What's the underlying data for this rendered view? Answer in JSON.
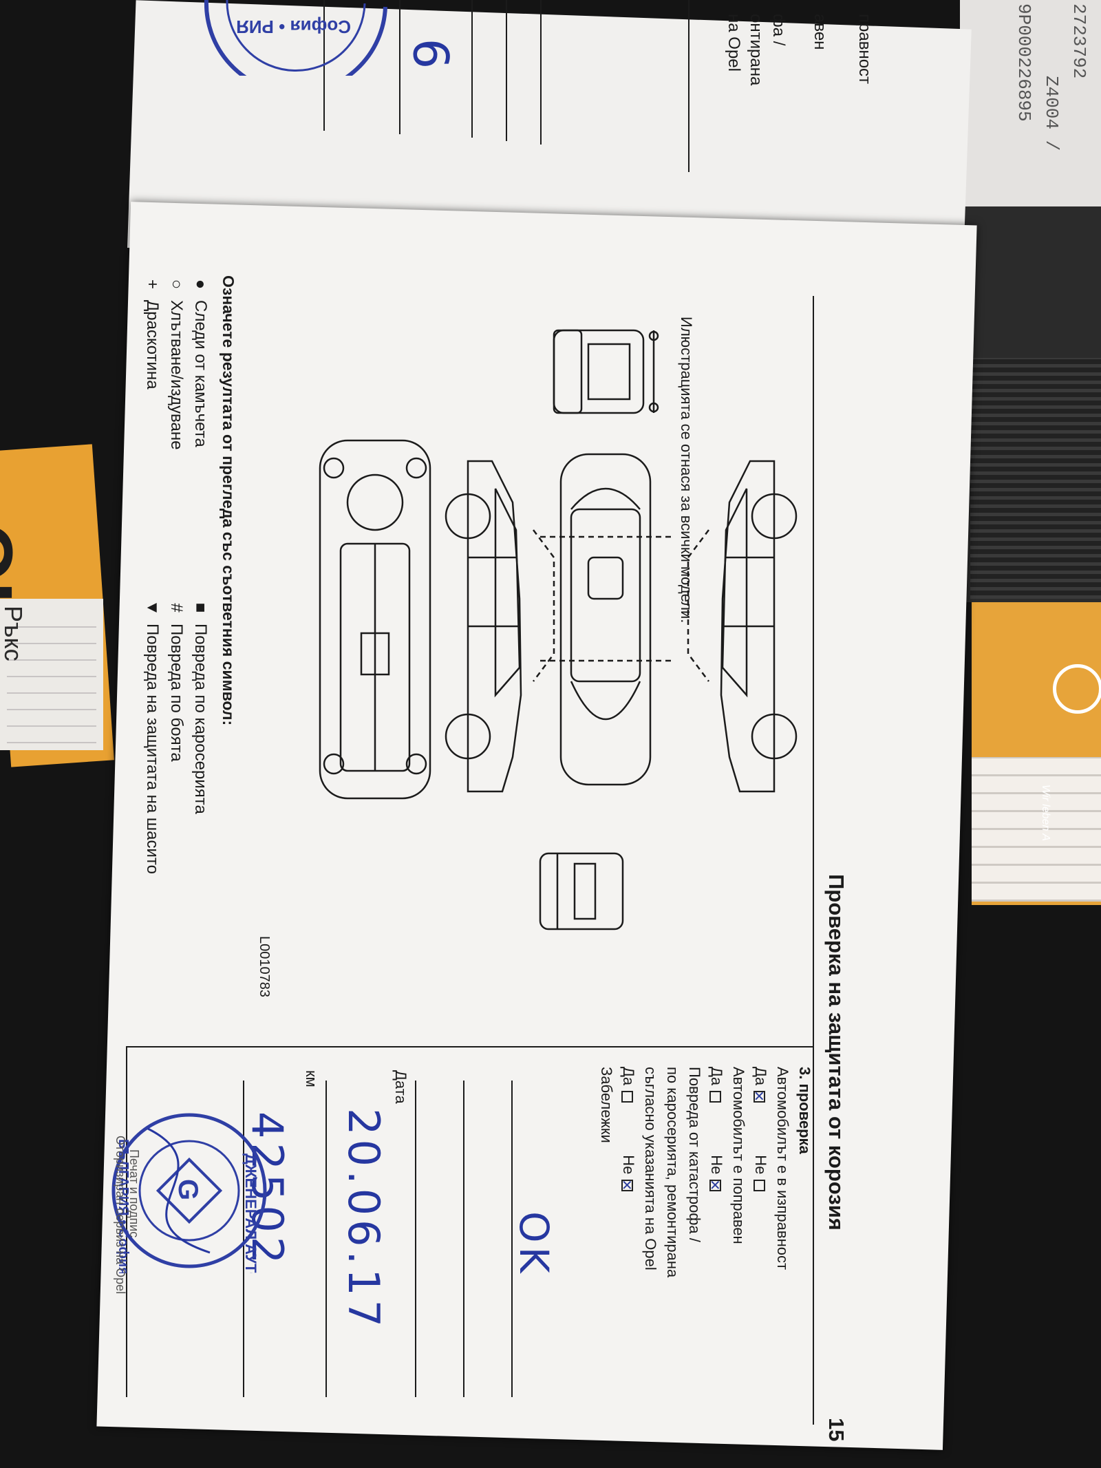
{
  "background": {
    "left_card_big": "OI",
    "left_card_small": "Ръкс",
    "receipt_lines": [
      "2723792",
      "Z4004 /",
      "9P000226895"
    ],
    "opel_slogan": "Wir leben A"
  },
  "top_page": {
    "fragments": [
      "правност",
      "авен",
      "фа /",
      "онтирана",
      "на Opel"
    ],
    "handwriting": "6"
  },
  "page": {
    "title": "Проверка на защитата от корозия",
    "number": "15",
    "illustration_note": "Илюстрацията се отнася за всички модели.",
    "diagram_code": "L0010783"
  },
  "legend": {
    "title": "Означете резултата от прегледа със съответния символ:",
    "items": [
      {
        "symbol": "●",
        "text": "Следи от камъчета"
      },
      {
        "symbol": "○",
        "text": "Хлътване/издуване"
      },
      {
        "symbol": "+",
        "text": "Драскотина"
      },
      {
        "symbol": "■",
        "text": "Повреда по каросерията"
      },
      {
        "symbol": "#",
        "text": "Повреда по боята"
      },
      {
        "symbol": "▼",
        "text": "Повреда на защитата на шасито"
      }
    ]
  },
  "inspection": {
    "heading": "3. проверка",
    "q1": "Автомобилът е в изправност",
    "q2": "Автомобилът е поправен",
    "q3_lines": [
      "Повреда от катастрофа /",
      "по каросерията, ремонтирана",
      "съгласно указанията на Opel"
    ],
    "yes": "Да",
    "no": "Не",
    "answers": {
      "q1": "Да",
      "q2": "Не",
      "q3": "Не"
    },
    "remarks_label": "Забележки",
    "remarks_value": "OK",
    "date_label": "Дата",
    "date_value": "20.06.17",
    "km_label": "км",
    "km_value": "42502"
  },
  "stamp": {
    "top_text": "“ДЖЕНЕРАЛ АУТО”",
    "bottom_text": "БЪЛГАРИЯ • София •",
    "caption_1": "Оторизиран сервиз на Opel",
    "caption_2": "Печат и подпис",
    "old_stamp_text": "София • РИЯ"
  }
}
